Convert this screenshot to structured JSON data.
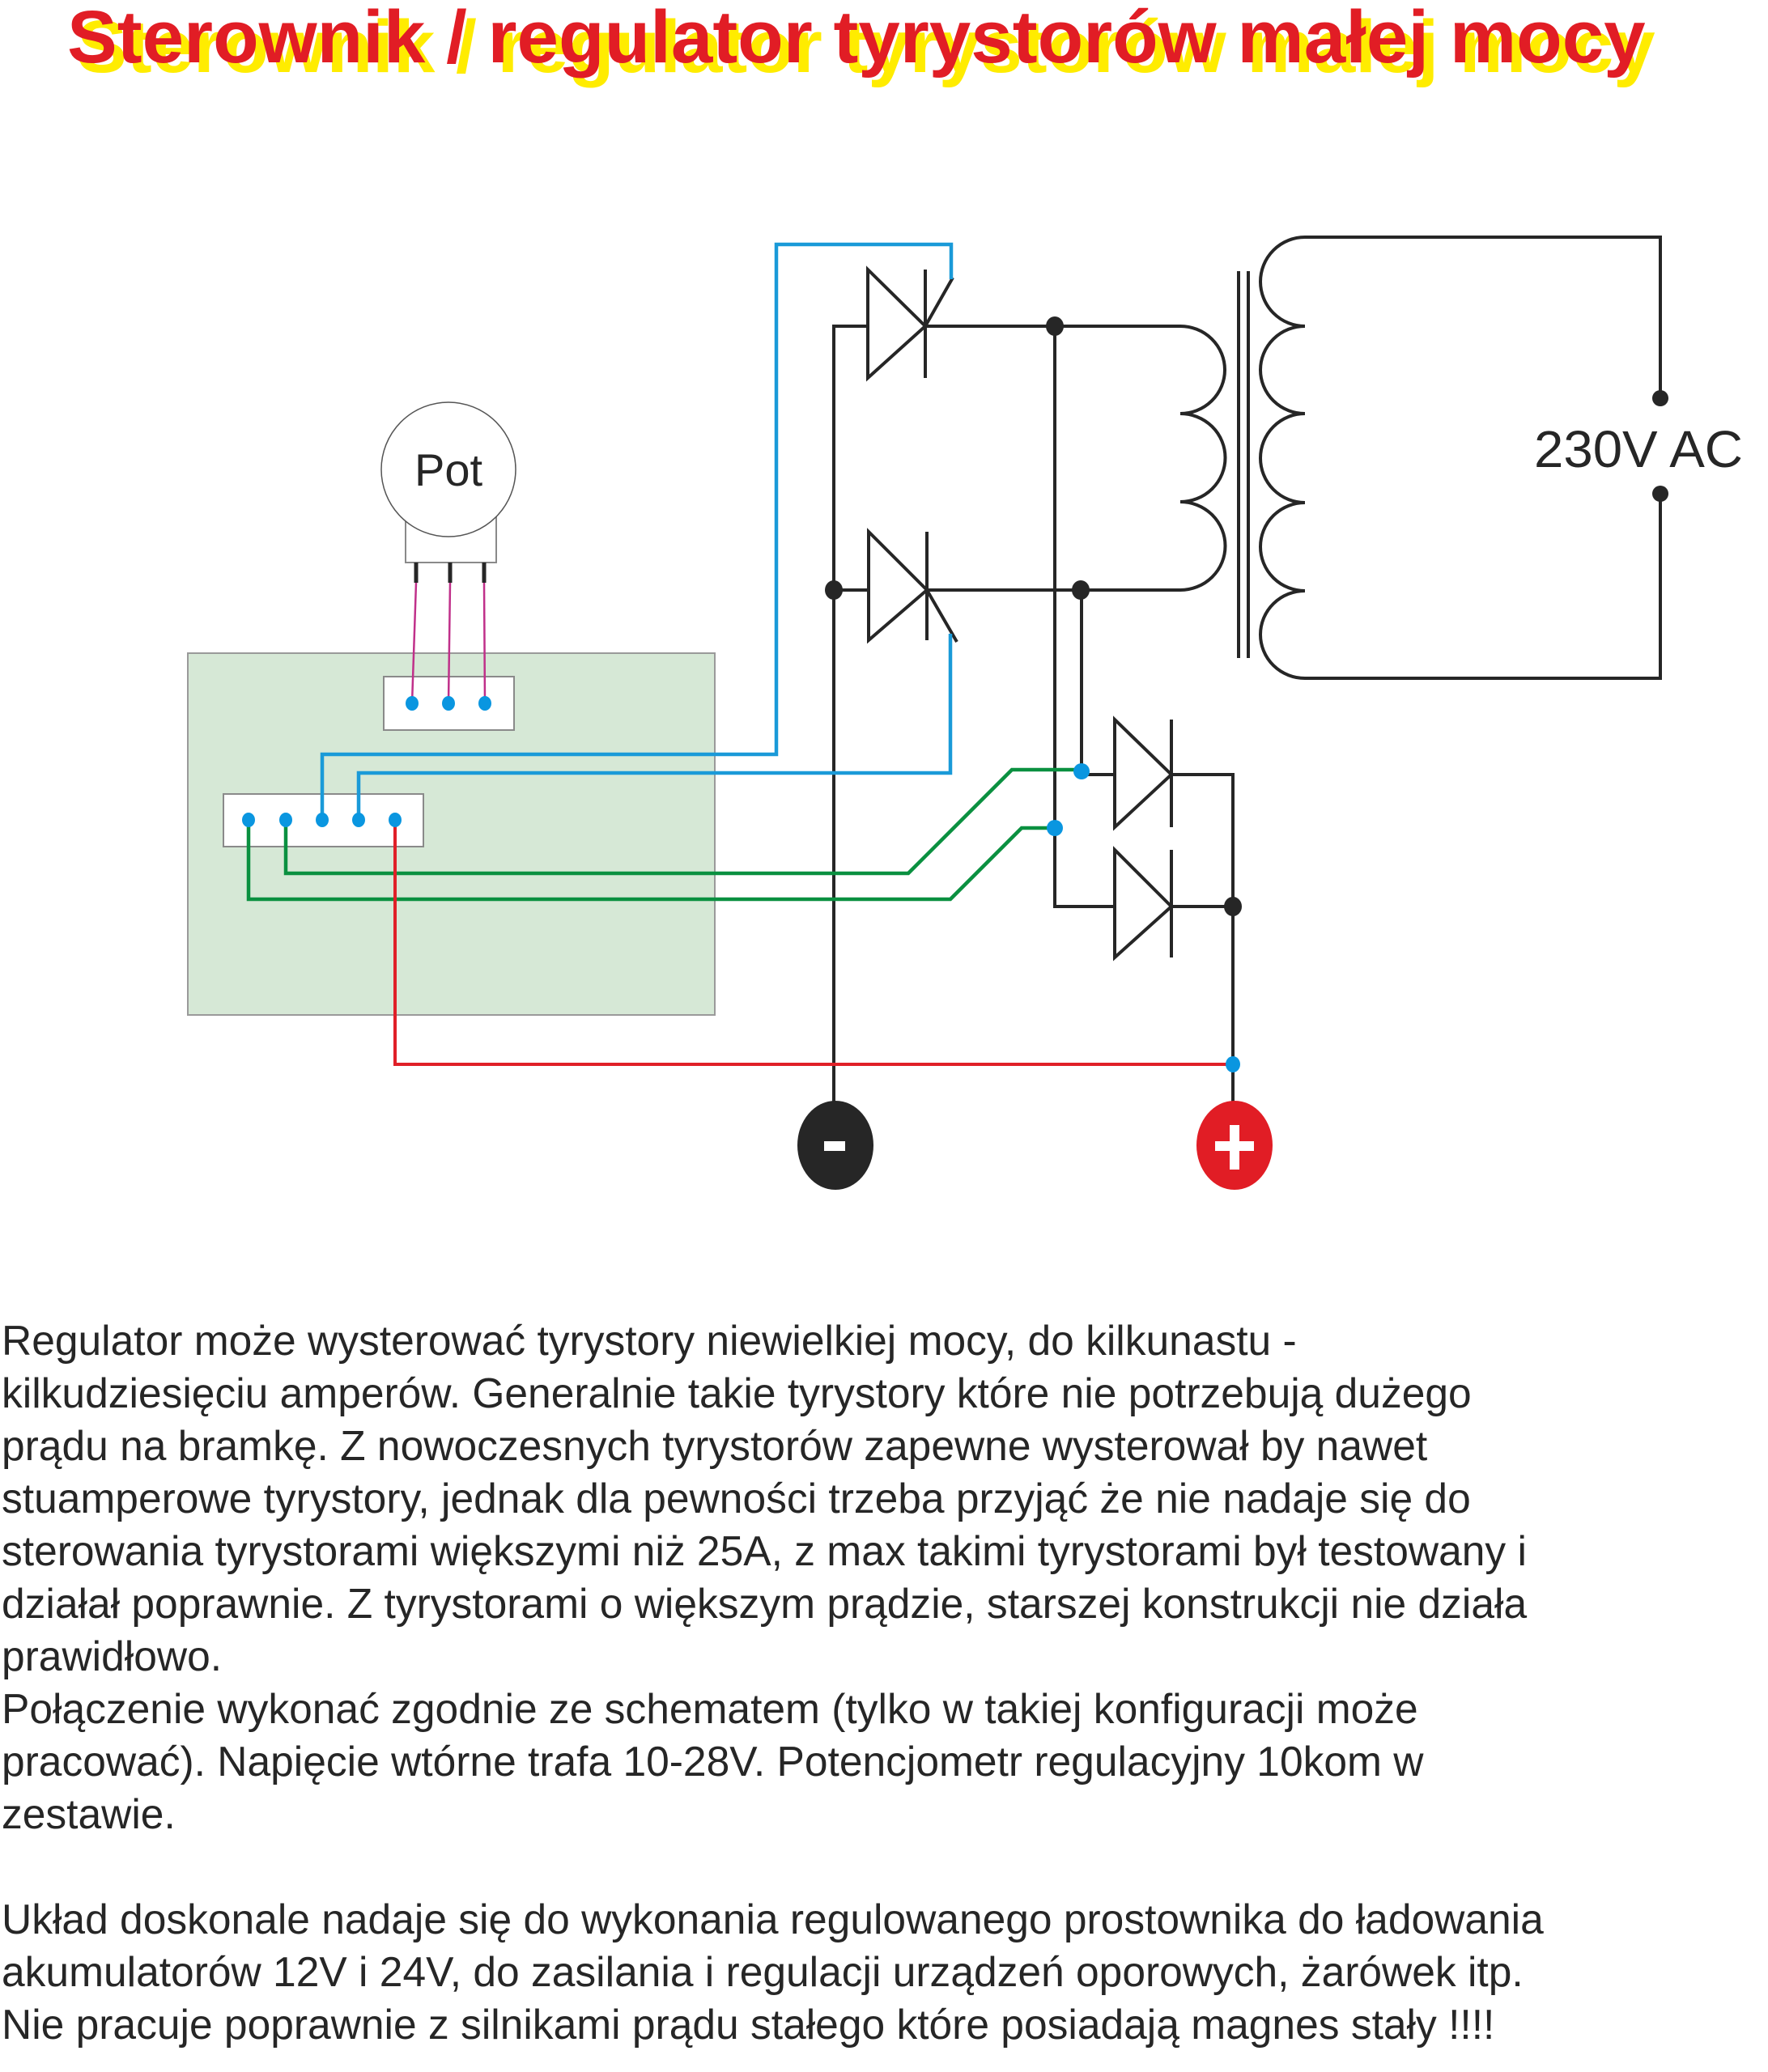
{
  "title": "Sterownik / regulator tyrystorów małej mocy",
  "diagram": {
    "pot_label": "Pot",
    "mains_label": "230V AC",
    "minus_symbol": "-",
    "plus_symbol": "+",
    "colors": {
      "title_red": "#e11d25",
      "title_shadow_yellow": "#ffec00",
      "wire_black": "#262626",
      "wire_blue": "#1a9ad8",
      "wire_green": "#0a9040",
      "wire_red": "#e02028",
      "wire_magenta": "#c0308a",
      "pin_blue": "#0a96e0",
      "board_green": "#d6e8d6",
      "terminal_negative": "#262626",
      "terminal_positive": "#e11d25"
    }
  },
  "description": {
    "paragraph1": [
      "Regulator może wysterować tyrystory niewielkiej mocy, do kilkunastu -",
      "kilkudziesięciu amperów. Generalnie takie tyrystory które nie potrzebują dużego",
      "prądu na bramkę. Z nowoczesnych tyrystorów zapewne wysterował by nawet",
      "stuamperowe tyrystory, jednak dla pewności trzeba przyjąć że nie nadaje się do",
      "sterowania tyrystorami większymi niż 25A, z max takimi tyrystorami był testowany i",
      "działał poprawnie. Z tyrystorami o większym prądzie, starszej konstrukcji nie działa",
      "prawidłowo."
    ],
    "paragraph2": [
      "Połączenie wykonać zgodnie ze schematem (tylko w takiej konfiguracji może",
      "pracować). Napięcie wtórne trafa 10-28V. Potencjometr regulacyjny 10kom w",
      "zestawie."
    ],
    "paragraph3": [
      "Układ doskonale nadaje się do wykonania regulowanego prostownika do ładowania",
      "akumulatorów 12V i 24V, do zasilania i regulacji urządzeń oporowych, żarówek itp.",
      "Nie pracuje poprawnie z silnikami prądu stałego które posiadają magnes stały !!!!"
    ]
  }
}
